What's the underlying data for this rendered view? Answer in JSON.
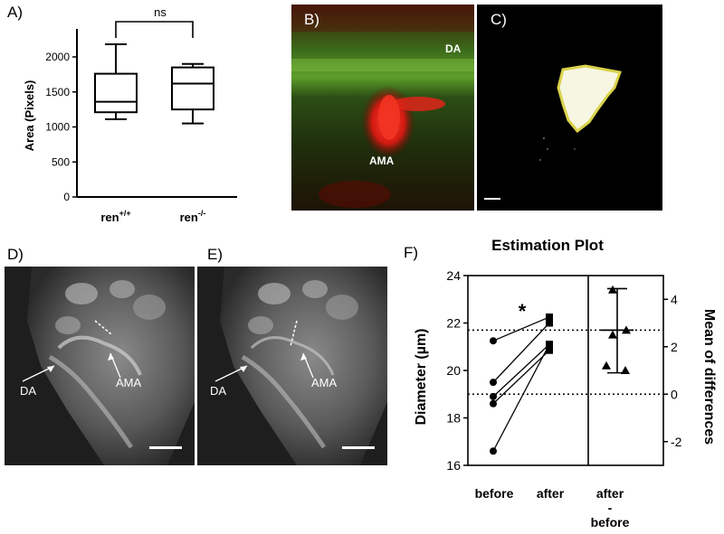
{
  "panels": {
    "A": {
      "label": "A)",
      "ylabel": "Area (Pixels)",
      "sig": "ns",
      "yticks": [
        "0",
        "500",
        "1000",
        "1500",
        "2000"
      ],
      "group1": "ren",
      "group1_sup": "+/+",
      "group2": "ren",
      "group2_sup": "-/-"
    },
    "B": {
      "label": "B)",
      "da": "DA",
      "ama": "AMA"
    },
    "C": {
      "label": "C)"
    },
    "D": {
      "label": "D)",
      "da": "DA",
      "ama": "AMA"
    },
    "E": {
      "label": "E)",
      "da": "DA",
      "ama": "AMA"
    },
    "F": {
      "label": "F)",
      "title": "Estimation Plot",
      "ylabel": "Diameter (µm)",
      "ylabel_right": "Mean of differences",
      "star": "*",
      "yticks_left": [
        "16",
        "18",
        "20",
        "22",
        "24"
      ],
      "yticks_right": [
        "-2",
        "0",
        "2",
        "4"
      ],
      "xcat_before": "before",
      "xcat_after": "after",
      "xcat_diff_1": "after",
      "xcat_diff_2": "-",
      "xcat_diff_3": "before"
    }
  },
  "chart_data": [
    {
      "type": "box",
      "ylabel": "Area (Pixels)",
      "ylim": [
        0,
        2400
      ],
      "categories": [
        "ren+/+",
        "ren-/-"
      ],
      "boxes": [
        {
          "name": "ren+/+",
          "min": 1110,
          "q1": 1210,
          "median": 1360,
          "q3": 1760,
          "max": 2180
        },
        {
          "name": "ren-/-",
          "min": 1050,
          "q1": 1250,
          "median": 1620,
          "q3": 1850,
          "max": 1900
        }
      ],
      "annotation": "ns"
    },
    {
      "type": "scatter",
      "title": "Estimation Plot",
      "ylabel": "Diameter (µm)",
      "ylim": [
        16,
        24
      ],
      "categories": [
        "before",
        "after"
      ],
      "pairs": [
        [
          21.25,
          22.25
        ],
        [
          19.5,
          22.0
        ],
        [
          18.9,
          21.1
        ],
        [
          18.6,
          20.85
        ],
        [
          16.6,
          21.1
        ]
      ],
      "mean_before": 19.0,
      "mean_after": 21.7,
      "differences": [
        4.4,
        2.7,
        2.5,
        1.2,
        1.0
      ],
      "diff_mean": 2.7,
      "diff_ci": [
        0.9,
        4.45
      ],
      "right_ylim": [
        -3,
        5
      ],
      "right_ylabel": "Mean of differences",
      "annotation": "*"
    }
  ]
}
